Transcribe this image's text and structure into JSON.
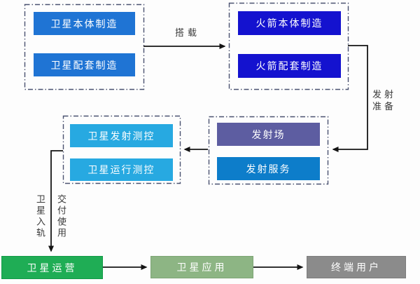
{
  "diagram": {
    "title_hint": "satellite-industry-chain-flowchart",
    "background_color": "#fdfdfd",
    "dash_border_color": "#4a5270",
    "arrow_color": "#141414",
    "groups": {
      "satellite_mfg": {
        "boxes": [
          {
            "label": "卫星本体制造",
            "color": "#1f74d4"
          },
          {
            "label": "卫星配套制造",
            "color": "#1f74d4"
          }
        ]
      },
      "rocket_mfg": {
        "boxes": [
          {
            "label": "火箭本体制造",
            "color": "#1412cf"
          },
          {
            "label": "火箭配套制造",
            "color": "#1412cf"
          }
        ]
      },
      "launch": {
        "boxes": [
          {
            "label": "发射场",
            "color": "#5d5da1"
          },
          {
            "label": "发射服务",
            "color": "#0d7dca"
          }
        ]
      },
      "ttc": {
        "boxes": [
          {
            "label": "卫星发射测控",
            "color": "#27a9e1"
          },
          {
            "label": "卫星运行测控",
            "color": "#27a9e1"
          }
        ]
      }
    },
    "terminal_boxes": [
      {
        "label": "卫星运营",
        "color": "#1fad55"
      },
      {
        "label": "卫星应用",
        "color": "#8db584"
      },
      {
        "label": "终端用户",
        "color": "#8b8b8b"
      }
    ],
    "edge_labels": {
      "carry": "搭载",
      "launch_prep": "发射\n准备",
      "orbit_insertion": "卫星入轨",
      "delivery": "交付使用"
    }
  }
}
